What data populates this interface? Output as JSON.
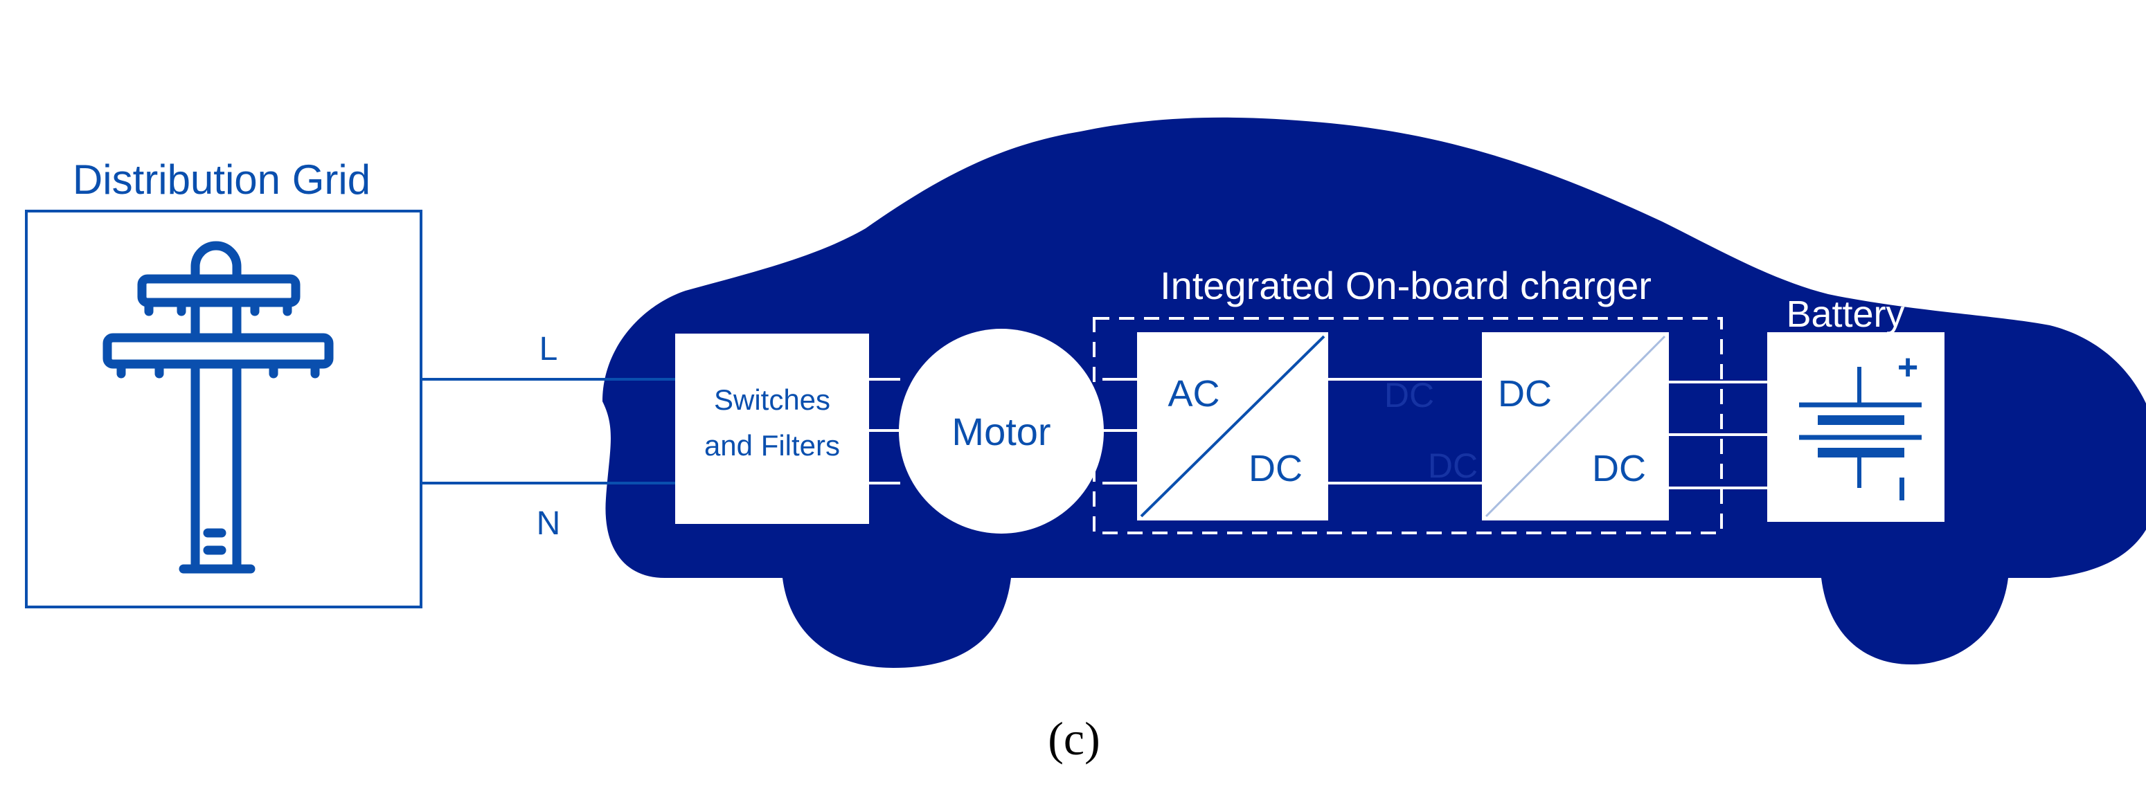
{
  "grid": {
    "title": "Distribution Grid"
  },
  "lines": {
    "live": "L",
    "neutral": "N"
  },
  "switches": {
    "line1": "Switches",
    "line2": "and Filters"
  },
  "motor": {
    "label": "Motor"
  },
  "charger": {
    "title": "Integrated On-board charger",
    "acdc": {
      "in": "AC",
      "out": "DC"
    },
    "dclink_top": "DC",
    "dclink_bottom": "DC",
    "dcdc": {
      "in": "DC",
      "out": "DC"
    }
  },
  "battery": {
    "label": "Battery",
    "plus": "+",
    "minus": "-"
  },
  "caption": "(c)",
  "colors": {
    "car": "#001a8a",
    "accent": "#0a4fae",
    "background": "#ffffff"
  }
}
